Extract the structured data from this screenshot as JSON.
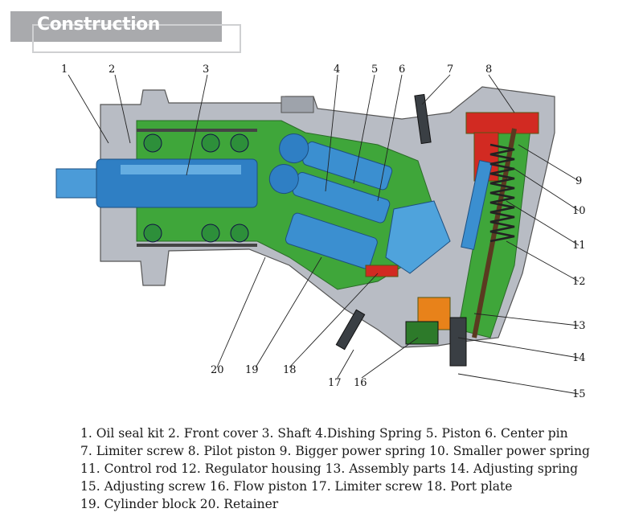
{
  "header": {
    "title": "Construction"
  },
  "callouts": [
    "1",
    "2",
    "3",
    "4",
    "5",
    "6",
    "7",
    "8",
    "9",
    "10",
    "11",
    "12",
    "13",
    "14",
    "15",
    "16",
    "17",
    "18",
    "19",
    "20"
  ],
  "legend": [
    "1. Oil seal kit  2. Front cover  3. Shaft  4.Dishing Spring 5. Piston  6. Center pin",
    "7. Limiter screw  8. Pilot piston 9. Bigger power spring  10. Smaller power spring",
    "11. Control rod 12. Regulator housing 13. Assembly parts  14. Adjusting spring",
    "15. Adjusting screw  16. Flow piston  17. Limiter screw   18. Port plate",
    "19. Cylinder block  20. Retainer"
  ],
  "colors": {
    "housing": "#b8bcc4",
    "housing_inner": "#3fa63a",
    "shaft": "#2f7fc4",
    "pistons": "#3b8fd0",
    "red_parts": "#d22a22",
    "orange_parts": "#e8821a",
    "dark_parts": "#3a3f44",
    "header_bar": "#a9aaad"
  }
}
